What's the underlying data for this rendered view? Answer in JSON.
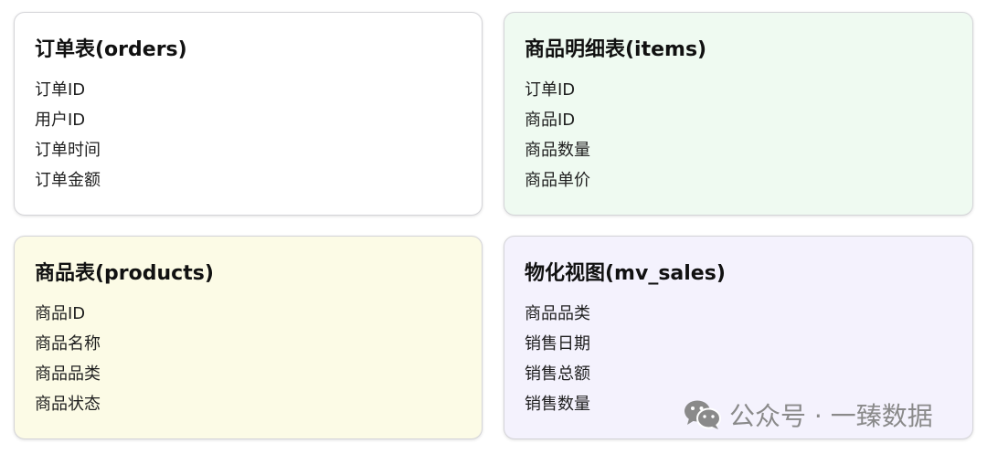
{
  "colors": {
    "card_orders_bg": "#ffffff",
    "card_items_bg": "#effaf1",
    "card_products_bg": "#fcfbe6",
    "card_mv_bg": "#f4f2fd",
    "border": "#d4d4d8",
    "watermark": "#8a8a8a"
  },
  "cards": [
    {
      "title": "订单表(orders)",
      "fields": [
        "订单ID",
        "用户ID",
        "订单时间",
        "订单金额"
      ]
    },
    {
      "title": "商品明细表(items)",
      "fields": [
        "订单ID",
        "商品ID",
        "商品数量",
        "商品单价"
      ]
    },
    {
      "title": "商品表(products)",
      "fields": [
        "商品ID",
        "商品名称",
        "商品品类",
        "商品状态"
      ]
    },
    {
      "title": "物化视图(mv_sales)",
      "fields": [
        "商品品类",
        "销售日期",
        "销售总额",
        "销售数量"
      ]
    }
  ],
  "watermark": {
    "icon": "wechat-icon",
    "text": "公众号 · 一臻数据"
  }
}
